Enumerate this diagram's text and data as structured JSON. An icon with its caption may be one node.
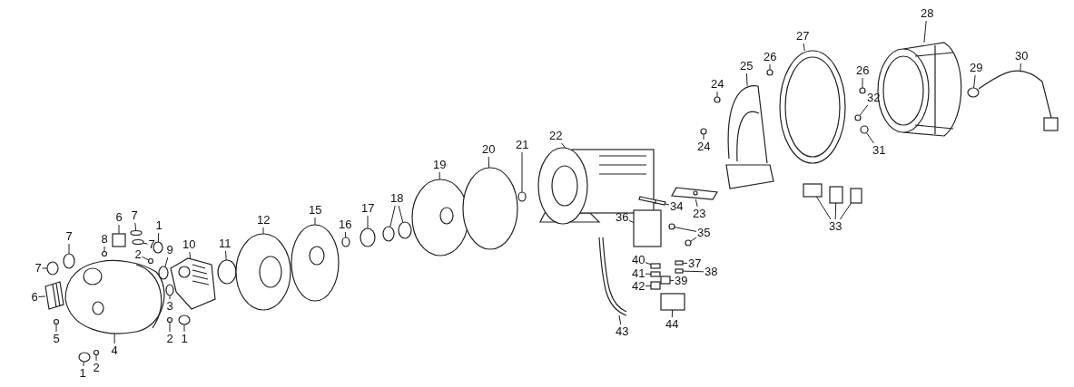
{
  "diagram": {
    "nodes": [
      {
        "text": [
          "6"
        ]
      },
      {
        "text": [
          "7"
        ]
      },
      {
        "text": [
          "7"
        ]
      },
      {
        "text": [
          "1"
        ]
      },
      {
        "text": [
          "2"
        ]
      },
      {
        "text": [
          "9"
        ]
      },
      {
        "text": [
          "10"
        ]
      },
      {
        "text": [
          "8"
        ]
      },
      {
        "text": [
          "7"
        ]
      },
      {
        "text": [
          "7"
        ]
      },
      {
        "text": [
          "6"
        ]
      },
      {
        "text": [
          "11"
        ]
      },
      {
        "text": [
          "3"
        ]
      },
      {
        "text": [
          "5"
        ]
      },
      {
        "text": [
          "4"
        ]
      },
      {
        "text": [
          "2"
        ]
      },
      {
        "text": [
          "1"
        ]
      },
      {
        "text": [
          "1"
        ]
      },
      {
        "text": [
          "2"
        ]
      },
      {
        "text": [
          "12"
        ]
      },
      {
        "text": [
          "15"
        ]
      },
      {
        "text": [
          "16"
        ]
      },
      {
        "text": [
          "17"
        ]
      },
      {
        "text": [
          "18"
        ]
      },
      {
        "text": [
          "19"
        ]
      },
      {
        "text": [
          "20"
        ]
      },
      {
        "text": [
          "21"
        ]
      },
      {
        "text": [
          "22"
        ]
      },
      {
        "text": [
          "23"
        ]
      },
      {
        "text": [
          "34"
        ]
      },
      {
        "text": [
          "36"
        ]
      },
      {
        "text": [
          "35"
        ]
      },
      {
        "text": [
          "37"
        ]
      },
      {
        "text": [
          "38"
        ]
      },
      {
        "text": [
          "39"
        ]
      },
      {
        "text": [
          "40"
        ]
      },
      {
        "text": [
          "41"
        ]
      },
      {
        "text": [
          "42"
        ]
      },
      {
        "text": [
          "43"
        ]
      },
      {
        "text": [
          "44"
        ]
      },
      {
        "text": [
          "25"
        ]
      },
      {
        "text": [
          "24"
        ]
      },
      {
        "text": [
          "24"
        ]
      },
      {
        "text": [
          "26"
        ]
      },
      {
        "text": [
          "27"
        ]
      },
      {
        "text": [
          "26"
        ]
      },
      {
        "text": [
          "32"
        ]
      },
      {
        "text": [
          "31"
        ]
      },
      {
        "text": [
          "33"
        ]
      },
      {
        "text": [
          "28"
        ]
      },
      {
        "text": [
          "29"
        ]
      },
      {
        "text": [
          "30"
        ]
      },
      {
        "text": [],
        "shape": "box"
      },
      {
        "text": [],
        "shape": "circle"
      },
      {
        "text": [],
        "shape": "circle"
      },
      {
        "text": [],
        "shape": "circle"
      },
      {
        "text": [],
        "shape": "circle"
      },
      {
        "text": [],
        "shape": "circle"
      },
      {
        "text": [],
        "shape": "picture"
      },
      {
        "text": [],
        "shape": "circle"
      },
      {
        "text": [],
        "shape": "circle"
      },
      {
        "text": [],
        "shape": "circle"
      },
      {
        "text": [],
        "shape": "picture"
      },
      {
        "text": [],
        "shape": "circle"
      },
      {
        "text": [],
        "shape": "circle"
      },
      {
        "text": [],
        "shape": "circle"
      },
      {
        "text": [],
        "shape": "picture"
      },
      {
        "text": [],
        "shape": "circle"
      },
      {
        "text": [],
        "shape": "circle"
      },
      {
        "text": [],
        "shape": "circle"
      },
      {
        "text": [],
        "shape": "circle"
      },
      {
        "text": [],
        "shape": "picture"
      },
      {
        "text": [],
        "shape": "picture"
      },
      {
        "text": [],
        "shape": "circle"
      },
      {
        "text": [],
        "shape": "circle"
      },
      {
        "text": [],
        "shape": "circle"
      },
      {
        "text": [],
        "shape": "circle"
      },
      {
        "text": [],
        "shape": "picture"
      },
      {
        "text": [],
        "shape": "circle"
      },
      {
        "text": [],
        "shape": "circle"
      },
      {
        "text": [],
        "shape": "picture"
      },
      {
        "text": [],
        "shape": "picture"
      },
      {
        "text": [],
        "shape": "picture"
      },
      {
        "text": [],
        "shape": "box"
      },
      {
        "text": [],
        "shape": "circle"
      },
      {
        "text": [],
        "shape": "circle"
      },
      {
        "text": [],
        "shape": "box"
      },
      {
        "text": [],
        "shape": "box"
      },
      {
        "text": [],
        "shape": "box"
      },
      {
        "text": [],
        "shape": "box"
      },
      {
        "text": [],
        "shape": "box"
      },
      {
        "text": [],
        "shape": "box"
      },
      {
        "text": [],
        "shape": "picture"
      },
      {
        "text": [],
        "shape": "box"
      },
      {
        "text": [],
        "shape": "picture"
      },
      {
        "text": [],
        "shape": "circle"
      },
      {
        "text": [],
        "shape": "circle"
      },
      {
        "text": [],
        "shape": "circle"
      },
      {
        "text": [],
        "shape": "picture"
      },
      {
        "text": [],
        "shape": "circle"
      },
      {
        "text": [],
        "shape": "circle"
      },
      {
        "text": [],
        "shape": "circle"
      },
      {
        "text": [],
        "shape": "box"
      },
      {
        "text": [],
        "shape": "box"
      },
      {
        "text": [],
        "shape": "box"
      },
      {
        "text": [],
        "shape": "picture"
      },
      {
        "text": [],
        "shape": "circle"
      },
      {
        "text": [],
        "shape": "picture"
      }
    ],
    "edges": [
      {
        "from": 0,
        "to": 52,
        "arrow": "none"
      },
      {
        "from": 1,
        "to": 53,
        "arrow": "none"
      },
      {
        "from": 2,
        "to": 54,
        "arrow": "none"
      },
      {
        "from": 3,
        "to": 55,
        "arrow": "none"
      },
      {
        "from": 4,
        "to": 56,
        "arrow": "none"
      },
      {
        "from": 5,
        "to": 57,
        "arrow": "none"
      },
      {
        "from": 6,
        "to": 58,
        "arrow": "none"
      },
      {
        "from": 7,
        "to": 59,
        "arrow": "none"
      },
      {
        "from": 8,
        "to": 60,
        "arrow": "none"
      },
      {
        "from": 9,
        "to": 61,
        "arrow": "none"
      },
      {
        "from": 10,
        "to": 62,
        "arrow": "none"
      },
      {
        "from": 11,
        "to": 63,
        "arrow": "none"
      },
      {
        "from": 12,
        "to": 64,
        "arrow": "none"
      },
      {
        "from": 13,
        "to": 65,
        "arrow": "none"
      },
      {
        "from": 14,
        "to": 66,
        "arrow": "none"
      },
      {
        "from": 15,
        "to": 67,
        "arrow": "none"
      },
      {
        "from": 16,
        "to": 68,
        "arrow": "none"
      },
      {
        "from": 17,
        "to": 69,
        "arrow": "none"
      },
      {
        "from": 18,
        "to": 70,
        "arrow": "none"
      },
      {
        "from": 19,
        "to": 71,
        "arrow": "none"
      },
      {
        "from": 20,
        "to": 72,
        "arrow": "none"
      },
      {
        "from": 21,
        "to": 73,
        "arrow": "none"
      },
      {
        "from": 22,
        "to": 74,
        "arrow": "none"
      },
      {
        "from": 23,
        "to": 75,
        "arrow": "none"
      },
      {
        "from": 23,
        "to": 76,
        "arrow": "none"
      },
      {
        "from": 24,
        "to": 77,
        "arrow": "none"
      },
      {
        "from": 25,
        "to": 78,
        "arrow": "none"
      },
      {
        "from": 26,
        "to": 79,
        "arrow": "none"
      },
      {
        "from": 27,
        "to": 80,
        "arrow": "none"
      },
      {
        "from": 28,
        "to": 81,
        "arrow": "none"
      },
      {
        "from": 29,
        "to": 82,
        "arrow": "none"
      },
      {
        "from": 30,
        "to": 83,
        "arrow": "none"
      },
      {
        "from": 31,
        "to": 84,
        "arrow": "none"
      },
      {
        "from": 31,
        "to": 85,
        "arrow": "none"
      },
      {
        "from": 32,
        "to": 86,
        "arrow": "none"
      },
      {
        "from": 33,
        "to": 87,
        "arrow": "none"
      },
      {
        "from": 34,
        "to": 88,
        "arrow": "none"
      },
      {
        "from": 35,
        "to": 89,
        "arrow": "none"
      },
      {
        "from": 36,
        "to": 90,
        "arrow": "none"
      },
      {
        "from": 37,
        "to": 91,
        "arrow": "none"
      },
      {
        "from": 38,
        "to": 92,
        "arrow": "none"
      },
      {
        "from": 39,
        "to": 93,
        "arrow": "none"
      },
      {
        "from": 40,
        "to": 94,
        "arrow": "none"
      },
      {
        "from": 41,
        "to": 95,
        "arrow": "none"
      },
      {
        "from": 42,
        "to": 96,
        "arrow": "none"
      },
      {
        "from": 43,
        "to": 97,
        "arrow": "none"
      },
      {
        "from": 44,
        "to": 98,
        "arrow": "none"
      },
      {
        "from": 45,
        "to": 99,
        "arrow": "none"
      },
      {
        "from": 46,
        "to": 100,
        "arrow": "none"
      },
      {
        "from": 47,
        "to": 101,
        "arrow": "none"
      },
      {
        "from": 48,
        "to": 102,
        "arrow": "none"
      },
      {
        "from": 48,
        "to": 103,
        "arrow": "none"
      },
      {
        "from": 48,
        "to": 104,
        "arrow": "none"
      },
      {
        "from": 49,
        "to": 105,
        "arrow": "none"
      },
      {
        "from": 50,
        "to": 106,
        "arrow": "none"
      },
      {
        "from": 51,
        "to": 107,
        "arrow": "none"
      }
    ]
  }
}
